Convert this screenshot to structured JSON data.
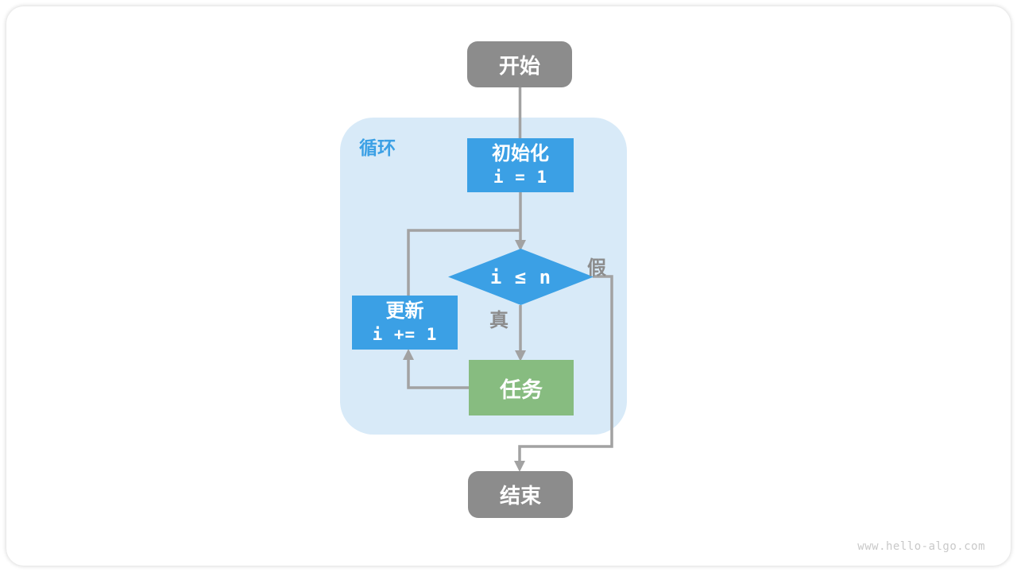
{
  "page": {
    "watermark": "www.hello-algo.com"
  },
  "flowchart": {
    "loop_label": "循环",
    "nodes": {
      "start": {
        "label": "开始"
      },
      "init": {
        "title": "初始化",
        "code": "i = 1"
      },
      "condition": {
        "label": "i ≤ n"
      },
      "update": {
        "title": "更新",
        "code": "i += 1"
      },
      "task": {
        "label": "任务"
      },
      "end": {
        "label": "结束"
      }
    },
    "edge_labels": {
      "true": "真",
      "false": "假"
    }
  },
  "colors": {
    "node-blue": "#3BA0E5",
    "node-green": "#87BC80",
    "node-gray": "#8C8C8C",
    "edge-gray": "#A2A2A2",
    "loop-bg": "#D8EAF8",
    "label-gray": "#8C8C8C",
    "watermark-gray": "#C9C9C9"
  }
}
